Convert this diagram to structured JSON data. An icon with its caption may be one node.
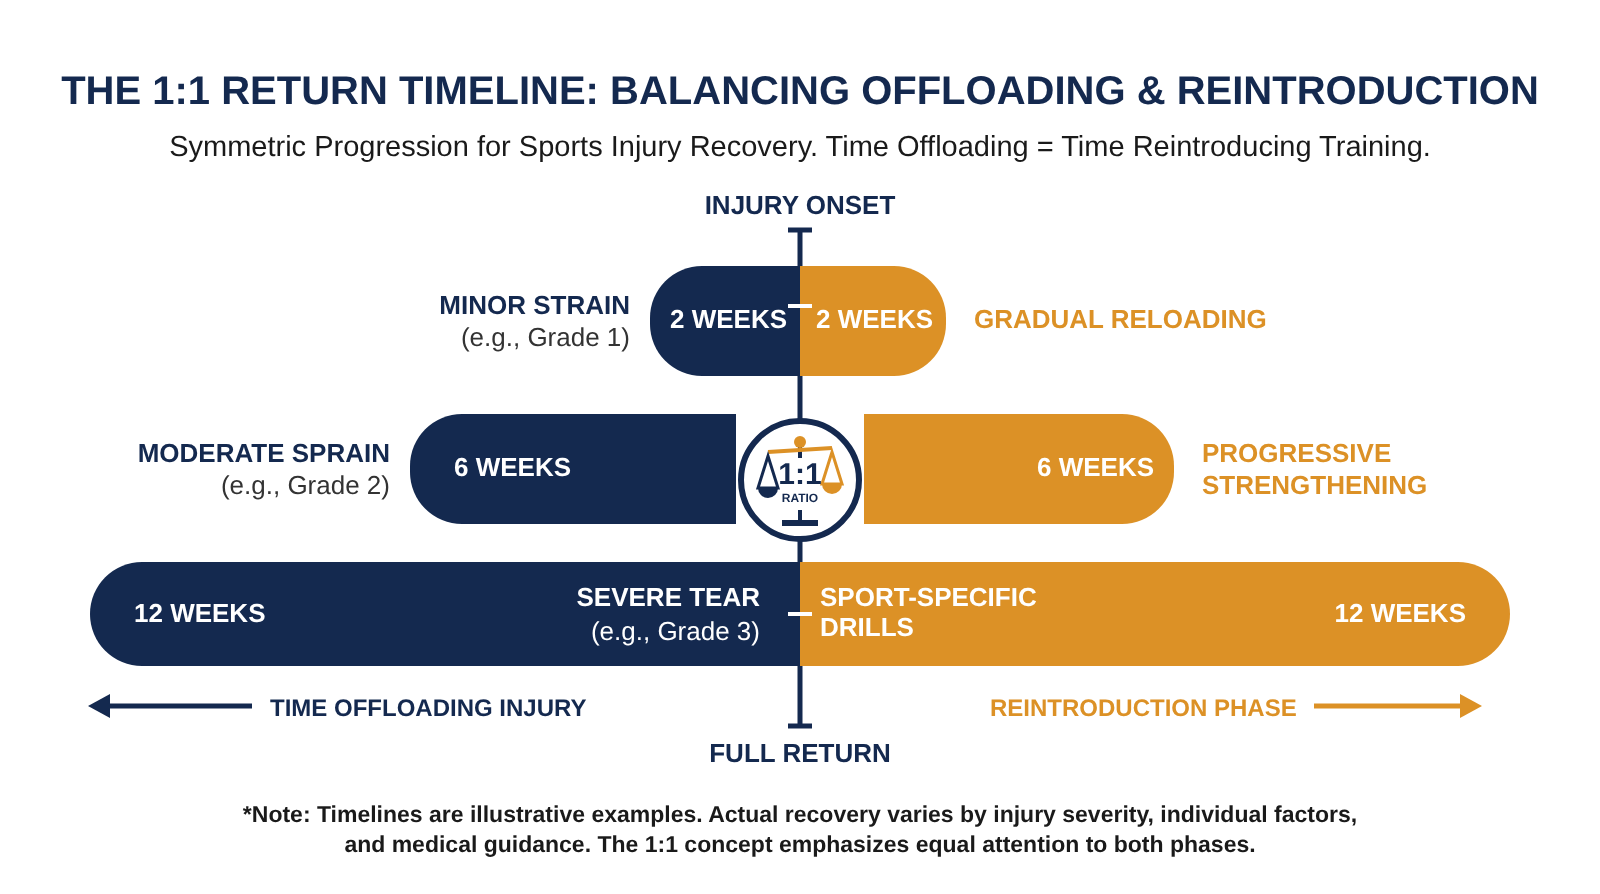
{
  "diagram": {
    "title": "THE 1:1 RETURN TIMELINE: BALANCING OFFLOADING & REINTRODUCTION",
    "caption": "*Note: Timelines are illustrative examples. Actual recovery varies by injury severity, individual factors, and medical guidance. The 1:1 concept emphasizes equal attention to both phases.",
    "nodes": [
      {
        "text": [
          "2 WEEKS"
        ],
        "beside": [
          "MINOR STRAIN",
          "(e.g., Grade 1)"
        ]
      },
      {
        "text": [
          "2 WEEKS"
        ],
        "beside": [
          "GRADUAL RELOADING"
        ]
      },
      {
        "text": [
          "6 WEEKS"
        ],
        "beside": [
          "MODERATE SPRAIN",
          "(e.g., Grade 2)"
        ]
      },
      {
        "text": [
          "1:1",
          "RATIO"
        ]
      },
      {
        "text": [
          "6 WEEKS"
        ],
        "beside": [
          "PROGRESSIVE STRENGTHENING"
        ]
      },
      {
        "text": [
          "12 WEEKS",
          "SEVERE TEAR",
          "(e.g., Grade 3)"
        ]
      },
      {
        "text": [
          "SPORT-SPECIFIC DRILLS",
          "12 WEEKS"
        ]
      }
    ],
    "labels": [
      "Symmetric Progression for Sports Injury Recovery. Time Offloading = Time Reintroducing Training.",
      "INJURY ONSET",
      "TIME OFFLOADING INJURY",
      "REINTRODUCTION PHASE",
      "FULL RETURN"
    ]
  }
}
